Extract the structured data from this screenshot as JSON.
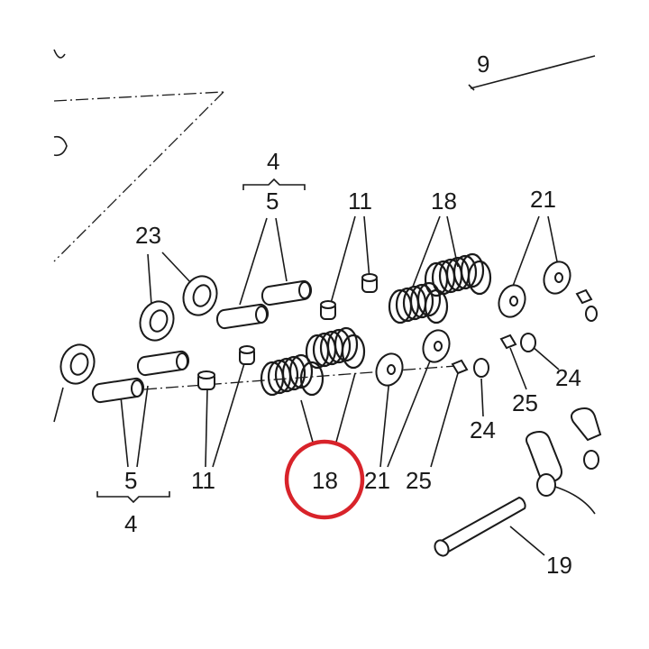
{
  "labels": {
    "top_right_9": "9",
    "top_4": "4",
    "top_5": "5",
    "top_11": "11",
    "top_18": "18",
    "top_21": "21",
    "left_23": "23",
    "bottom_5": "5",
    "bottom_4": "4",
    "bottom_11": "11",
    "bottom_18": "18",
    "bottom_21": "21",
    "bottom_25": "25",
    "right_24": "24",
    "mid_24": "24",
    "right_25": "25",
    "right_19": "19"
  },
  "highlight": {
    "color": "#d8232a",
    "target": "18"
  }
}
